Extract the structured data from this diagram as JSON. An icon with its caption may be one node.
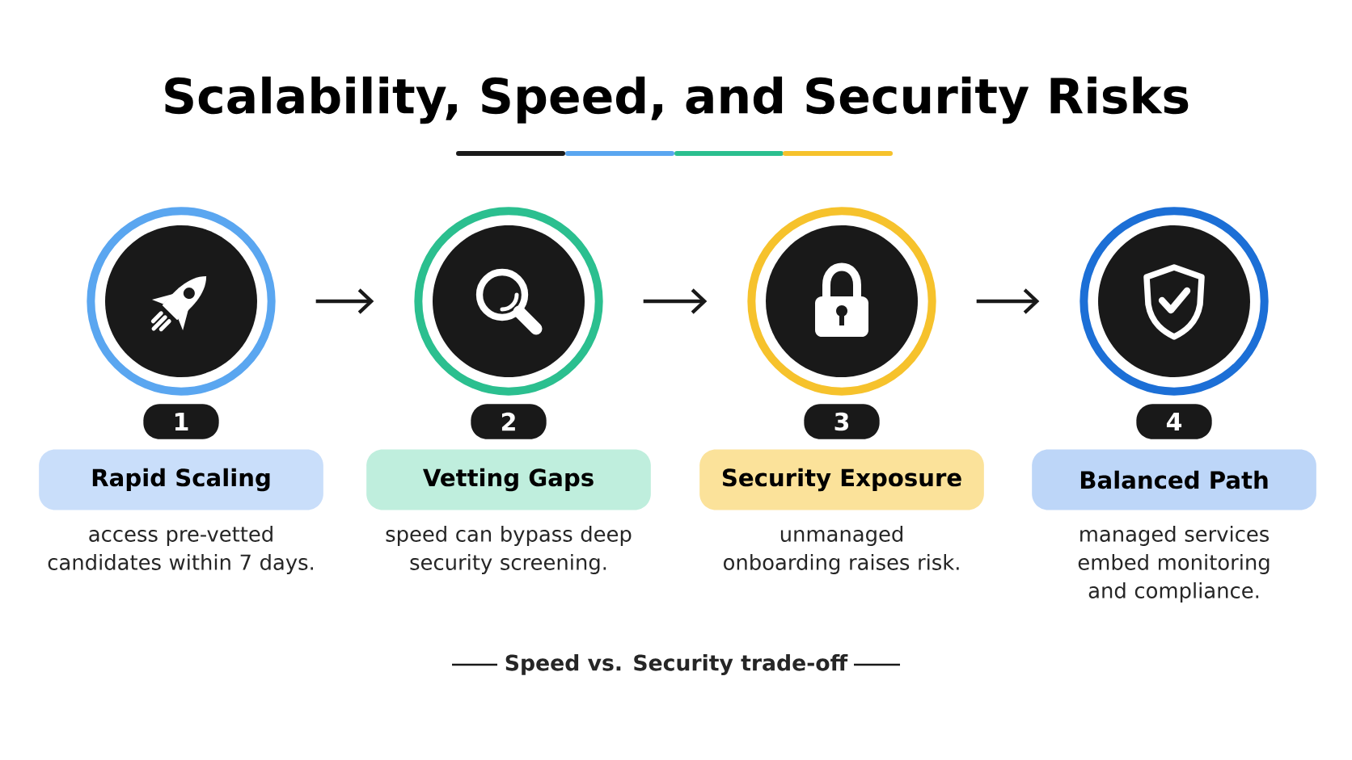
{
  "diagram": {
    "title": "Scalability, Speed, and Security Risks",
    "nodes": [
      {
        "text": [],
        "shape": "circle"
      },
      {
        "text": [],
        "shape": "circle"
      },
      {
        "text": [],
        "shape": "circle"
      },
      {
        "text": [],
        "shape": "circle"
      },
      {
        "text": [
          "1"
        ]
      },
      {
        "text": [
          "2"
        ]
      },
      {
        "text": [
          "3"
        ]
      },
      {
        "text": [
          "4"
        ]
      },
      {
        "text": [
          "Rapid Scaling"
        ],
        "beside": [
          "access pre-vetted candidates within 7 days."
        ]
      },
      {
        "text": [
          "Vetting Gaps"
        ],
        "beside": [
          "speed can bypass deep security screening."
        ]
      },
      {
        "text": [
          "Security Exposure"
        ],
        "beside": [
          "unmanaged onboarding raises risk."
        ]
      },
      {
        "text": [
          "Balanced Path"
        ],
        "beside": [
          "managed services embed monitoring and compliance."
        ]
      }
    ],
    "edges": [
      {
        "from": 0,
        "to": 1,
        "arrow": "to"
      },
      {
        "from": 1,
        "to": 2,
        "arrow": "to"
      },
      {
        "from": 2,
        "to": 3,
        "arrow": "to"
      }
    ],
    "labels": [
      "Speed vs. Security trade-off"
    ]
  }
}
